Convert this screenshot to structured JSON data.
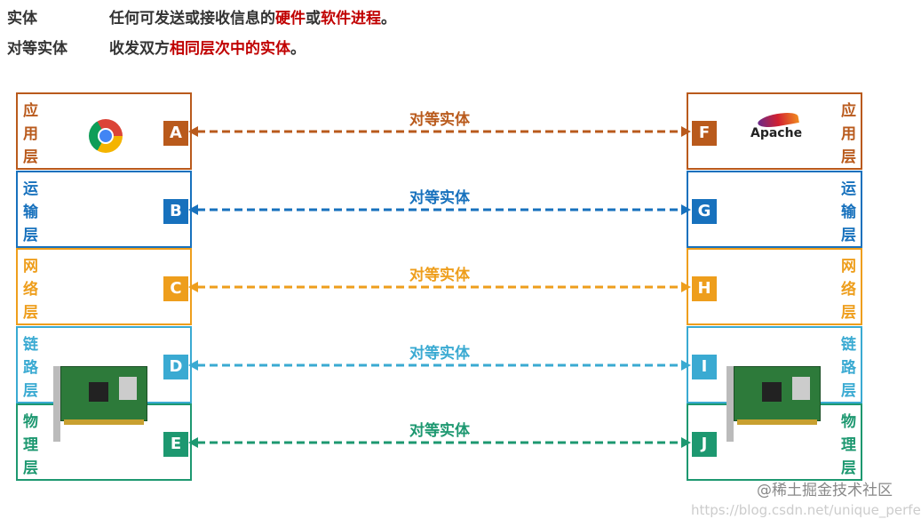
{
  "definitions": [
    {
      "term": "实体",
      "text": "任何可发送或接收信息的",
      "h1": "硬件",
      "mid": "或",
      "h2": "软件进程",
      "end": "。"
    },
    {
      "term": "对等实体",
      "text": "收发双方",
      "h1": "相同层次中的实体",
      "mid": "",
      "h2": "",
      "end": "。"
    }
  ],
  "peer_label": "对等实体",
  "layers": [
    {
      "name": "应用层",
      "left": "A",
      "right": "F",
      "color": "#b95a1c"
    },
    {
      "name": "运输层",
      "left": "B",
      "right": "G",
      "color": "#1771bd"
    },
    {
      "name": "网络层",
      "left": "C",
      "right": "H",
      "color": "#ee9e1c"
    },
    {
      "name": "链路层",
      "left": "D",
      "right": "I",
      "color": "#3aaad2"
    },
    {
      "name": "物理层",
      "left": "E",
      "right": "J",
      "color": "#1d9870"
    }
  ],
  "apache_logo": "Apache",
  "watermark": {
    "juejin": "@稀土掘金技术社区",
    "csdn": "https://blog.csdn.net/unique_perfect"
  }
}
